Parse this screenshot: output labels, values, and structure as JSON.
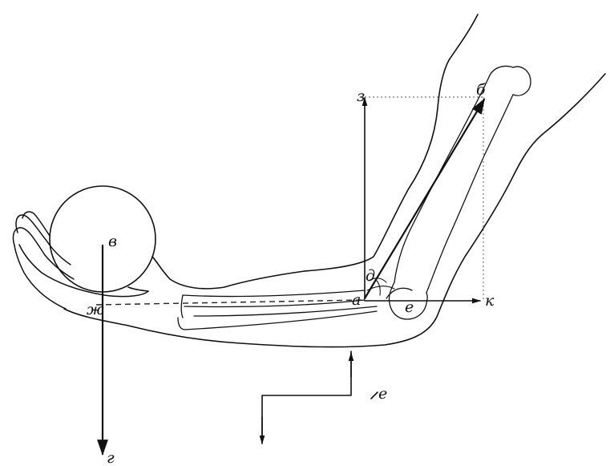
{
  "figure": {
    "labels": {
      "a": "а",
      "b": "б",
      "v": "в",
      "g": "г",
      "d": "д",
      "e": "е",
      "e2": "е",
      "zh": "ж",
      "z": "з",
      "k": "к"
    }
  },
  "colors": {
    "ink": "#111111",
    "background": "#ffffff"
  }
}
